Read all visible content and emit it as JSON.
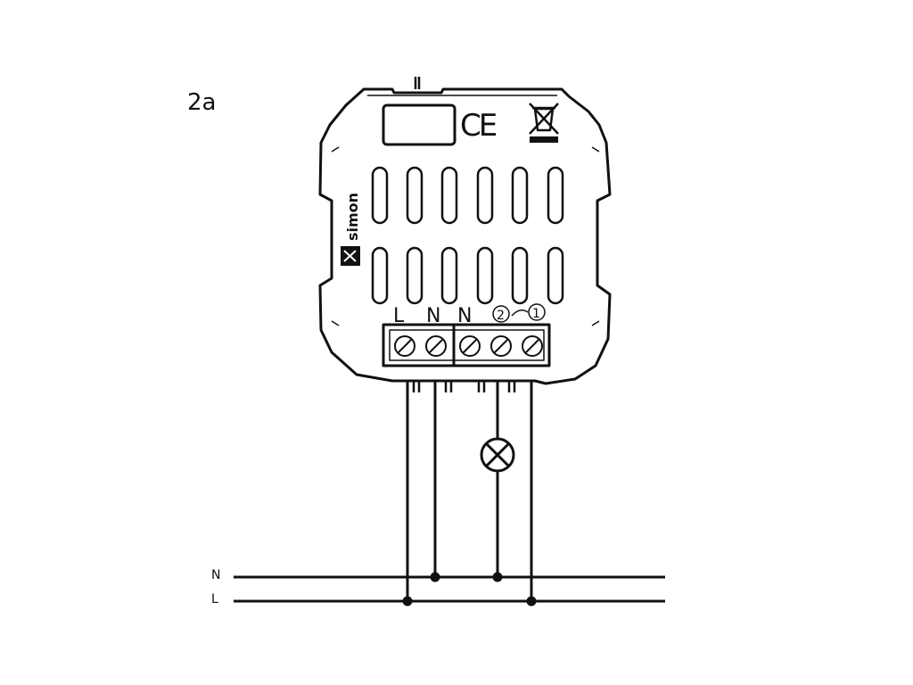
{
  "figure_label": "2a",
  "terminals": {
    "L": "L",
    "N1": "N",
    "N2": "N",
    "out2": "2",
    "out1": "1"
  },
  "marks": {
    "ce": "CE",
    "brand": "simon"
  },
  "bus": {
    "neutral": "N",
    "live": "L"
  },
  "colors": {
    "line": "#111111",
    "background": "#ffffff"
  }
}
